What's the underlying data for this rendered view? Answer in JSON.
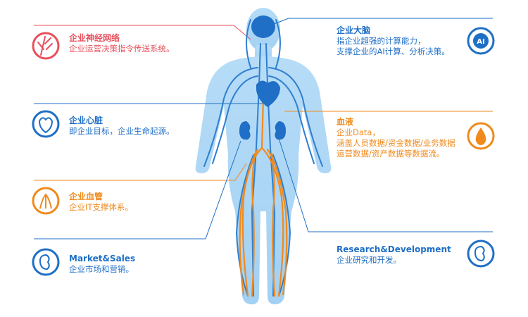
{
  "colors": {
    "red": "#e8505b",
    "blue": "#1f6fc6",
    "orange": "#f08a1c",
    "body_fill": "#a9d6f5",
    "body_light": "#cfe8fb",
    "vessel": "#2f7fcf"
  },
  "items": [
    {
      "id": "nerve",
      "title": "企业神经网络",
      "desc": [
        "企业运营决策指令传送系统。"
      ],
      "color": "red",
      "icon": "nerve-icon"
    },
    {
      "id": "heart",
      "title": "企业心脏",
      "desc": [
        "即企业目标，企业生命起源。"
      ],
      "color": "blue",
      "icon": "heart-icon"
    },
    {
      "id": "vessel",
      "title": "企业血管",
      "desc": [
        "企业IT支撑体系。"
      ],
      "color": "orange",
      "icon": "vessel-icon"
    },
    {
      "id": "market",
      "title": "Market&Sales",
      "desc": [
        "企业市场和营销。"
      ],
      "color": "blue",
      "icon": "kidney-icon"
    },
    {
      "id": "brain",
      "title": "企业大脑",
      "desc": [
        "指企业超强的计算能力，",
        "支撑企业的AI计算、分析决策。"
      ],
      "color": "blue",
      "icon": "ai-brain-icon",
      "icon_text": "AI"
    },
    {
      "id": "blood",
      "title": "血液",
      "desc": [
        "企业Data，",
        "涵盖人员数据/资金数据/业务数据",
        "运营数据/资产数据等数据流。"
      ],
      "color": "orange",
      "icon": "blood-drop-icon"
    },
    {
      "id": "rd",
      "title": "Research&Development",
      "desc": [
        "企业研究和开发。"
      ],
      "color": "blue",
      "icon": "kidney-icon"
    }
  ]
}
